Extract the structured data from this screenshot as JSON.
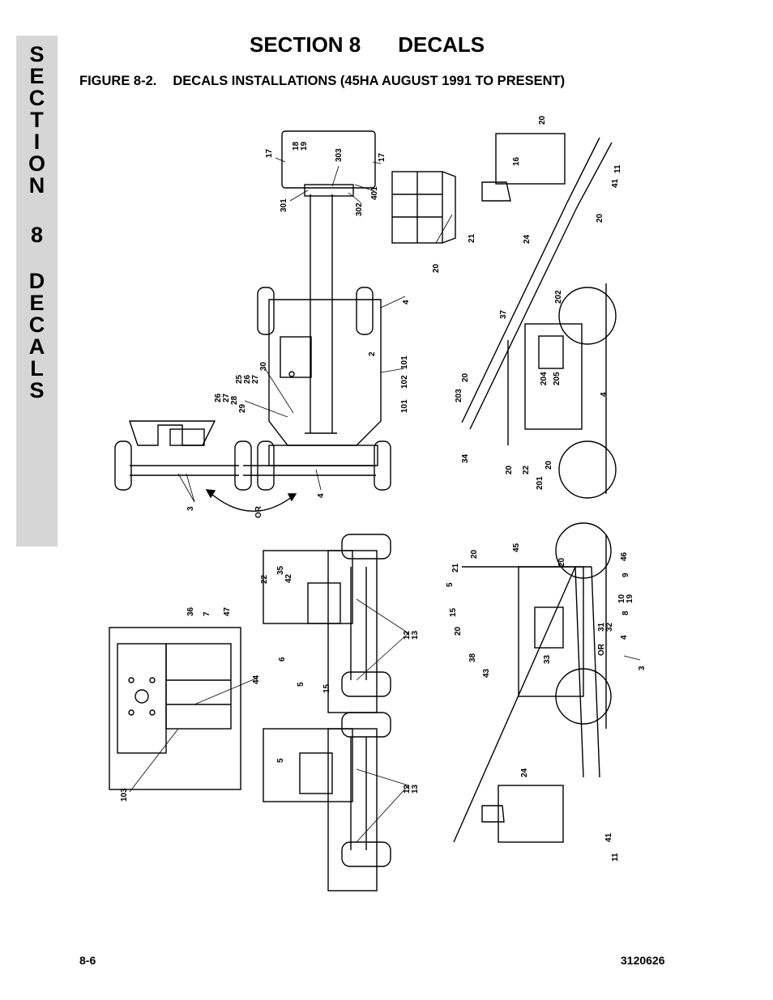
{
  "side_tab": {
    "letters": [
      "S",
      "E",
      "C",
      "T",
      "I",
      "O",
      "N",
      "",
      "8",
      "",
      "D",
      "E",
      "C",
      "A",
      "L",
      "S"
    ]
  },
  "header": {
    "section_number": "SECTION 8",
    "section_name": "DECALS",
    "figure_number": "FIGURE 8-2.",
    "figure_caption": "DECALS INSTALLATIONS (45HA AUGUST 1991 TO PRESENT)"
  },
  "drawing": {
    "callouts": [
      "17",
      "18",
      "19",
      "303",
      "17",
      "301",
      "302",
      "401",
      "20",
      "16",
      "11",
      "41",
      "20",
      "21",
      "20",
      "24",
      "4",
      "2",
      "101",
      "102",
      "101",
      "25",
      "26",
      "27",
      "30",
      "26",
      "27",
      "28",
      "29",
      "3",
      "OR",
      "4",
      "37",
      "202",
      "20",
      "203",
      "204",
      "205",
      "4",
      "34",
      "20",
      "22",
      "201",
      "20",
      "22",
      "35",
      "42",
      "36",
      "7",
      "47",
      "6",
      "5",
      "15",
      "12",
      "13",
      "44",
      "103",
      "5",
      "12",
      "13",
      "21",
      "20",
      "45",
      "20",
      "5",
      "15",
      "20",
      "38",
      "43",
      "33",
      "46",
      "9",
      "10",
      "19",
      "8",
      "31",
      "32",
      "4",
      "OR",
      "3",
      "24",
      "41",
      "11"
    ]
  },
  "footer": {
    "page_number": "8-6",
    "document_number": "3120626"
  }
}
